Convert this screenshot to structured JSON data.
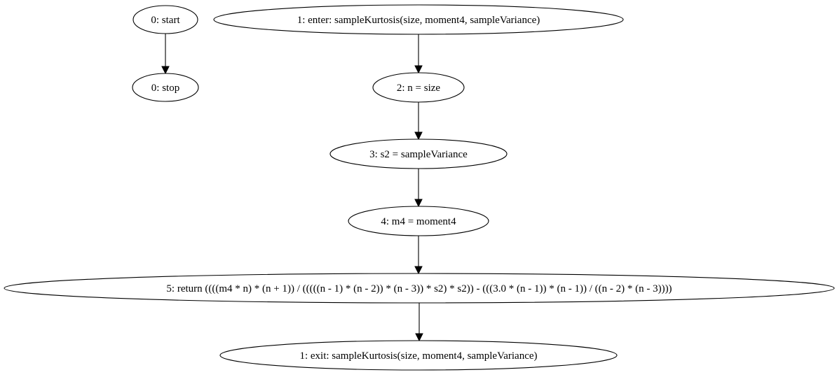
{
  "graph": {
    "nodes": [
      {
        "id": "start",
        "label": "0: start"
      },
      {
        "id": "stop",
        "label": "0: stop"
      },
      {
        "id": "enter",
        "label": "1: enter: sampleKurtosis(size, moment4, sampleVariance)"
      },
      {
        "id": "n2",
        "label": "2: n = size"
      },
      {
        "id": "n3",
        "label": "3: s2 = sampleVariance"
      },
      {
        "id": "n4",
        "label": "4: m4 = moment4"
      },
      {
        "id": "n5",
        "label": "5: return ((((m4 * n) * (n + 1)) / (((((n - 1) * (n - 2)) * (n - 3)) * s2) * s2)) - (((3.0 * (n - 1)) * (n - 1)) / ((n - 2) * (n - 3))))"
      },
      {
        "id": "exit",
        "label": "1: exit: sampleKurtosis(size, moment4, sampleVariance)"
      }
    ],
    "edges": [
      {
        "from": "start",
        "to": "stop"
      },
      {
        "from": "enter",
        "to": "n2"
      },
      {
        "from": "n2",
        "to": "n3"
      },
      {
        "from": "n3",
        "to": "n4"
      },
      {
        "from": "n4",
        "to": "n5"
      },
      {
        "from": "n5",
        "to": "exit"
      }
    ]
  }
}
